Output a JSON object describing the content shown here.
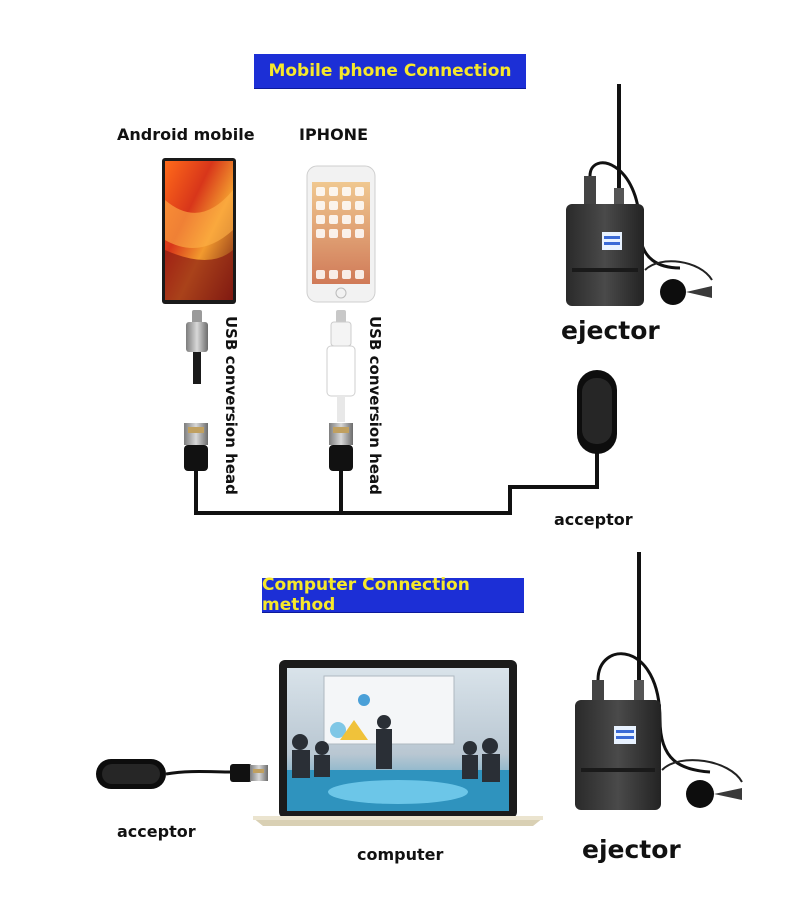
{
  "mobile_section": {
    "title": "Mobile phone Connection",
    "android_label": "Android mobile",
    "iphone_label": "IPHONE",
    "android_usb_label": "USB conversion head",
    "iphone_usb_label": "USB conversion head",
    "ejector_label": "ejector",
    "acceptor_label": "acceptor"
  },
  "computer_section": {
    "title": "Computer Connection method",
    "acceptor_label": "acceptor",
    "computer_label": "computer",
    "ejector_label": "ejector"
  },
  "colors": {
    "banner_bg": "#1c2fd6",
    "banner_text": "#f6e82b",
    "cable": "#111111"
  }
}
